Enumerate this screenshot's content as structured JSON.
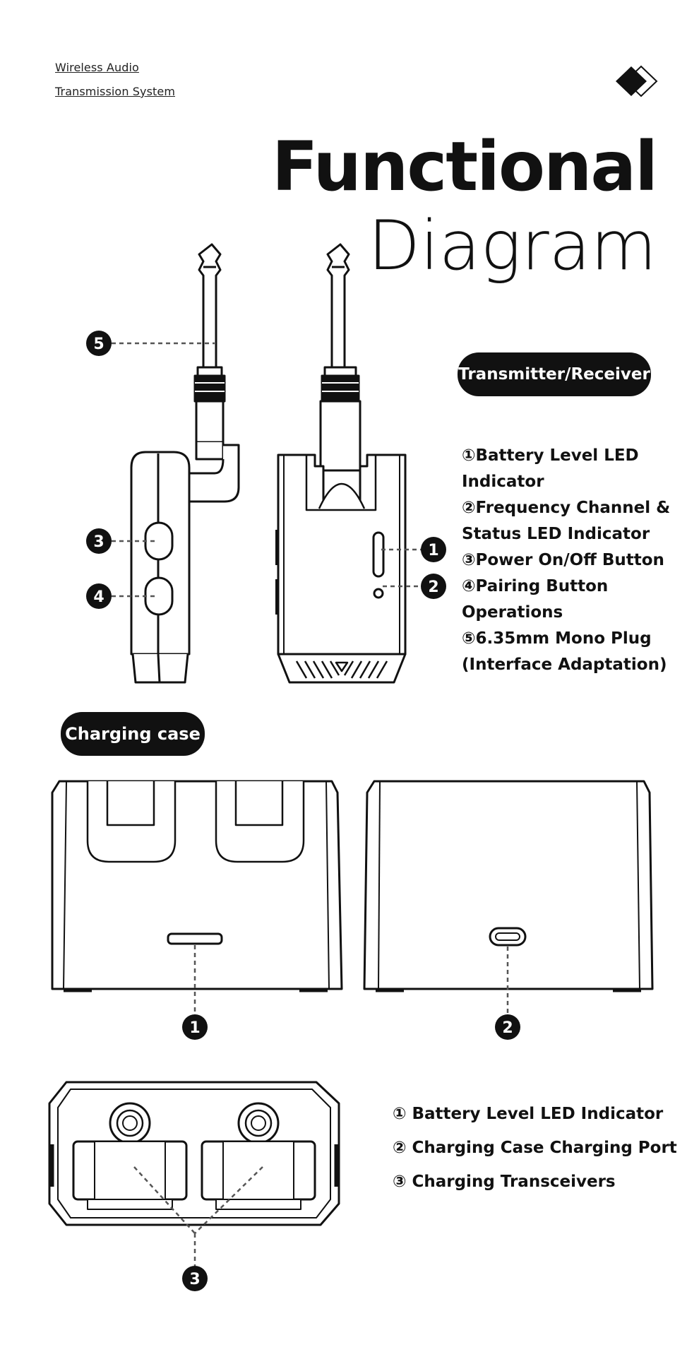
{
  "header": {
    "line1": "Wireless Audio ",
    "line2": "Transmission System"
  },
  "title": {
    "bold": "Functional",
    "light": "Diagram"
  },
  "sections": {
    "transceiver_label": "Transmitter/Receiver",
    "case_label": "Charging case"
  },
  "transceiver_legend": [
    "①Battery Level LED",
    "Indicator",
    "②Frequency Channel &",
    "Status LED Indicator",
    "③Power On/Off Button",
    "④Pairing Button",
    "Operations",
    "⑤6.35mm Mono Plug",
    "(Interface Adaptation)"
  ],
  "case_legend": [
    "① Battery Level LED Indicator",
    "② Charging Case Charging Port",
    "③ Charging Transceivers"
  ],
  "callouts": {
    "n1": "1",
    "n2": "2",
    "n3": "3",
    "n4": "4",
    "n5": "5"
  },
  "icons": {
    "brand": "double-diamond-logo-icon"
  },
  "colors": {
    "ink": "#111111",
    "dash": "#555555",
    "background": "#ffffff"
  }
}
